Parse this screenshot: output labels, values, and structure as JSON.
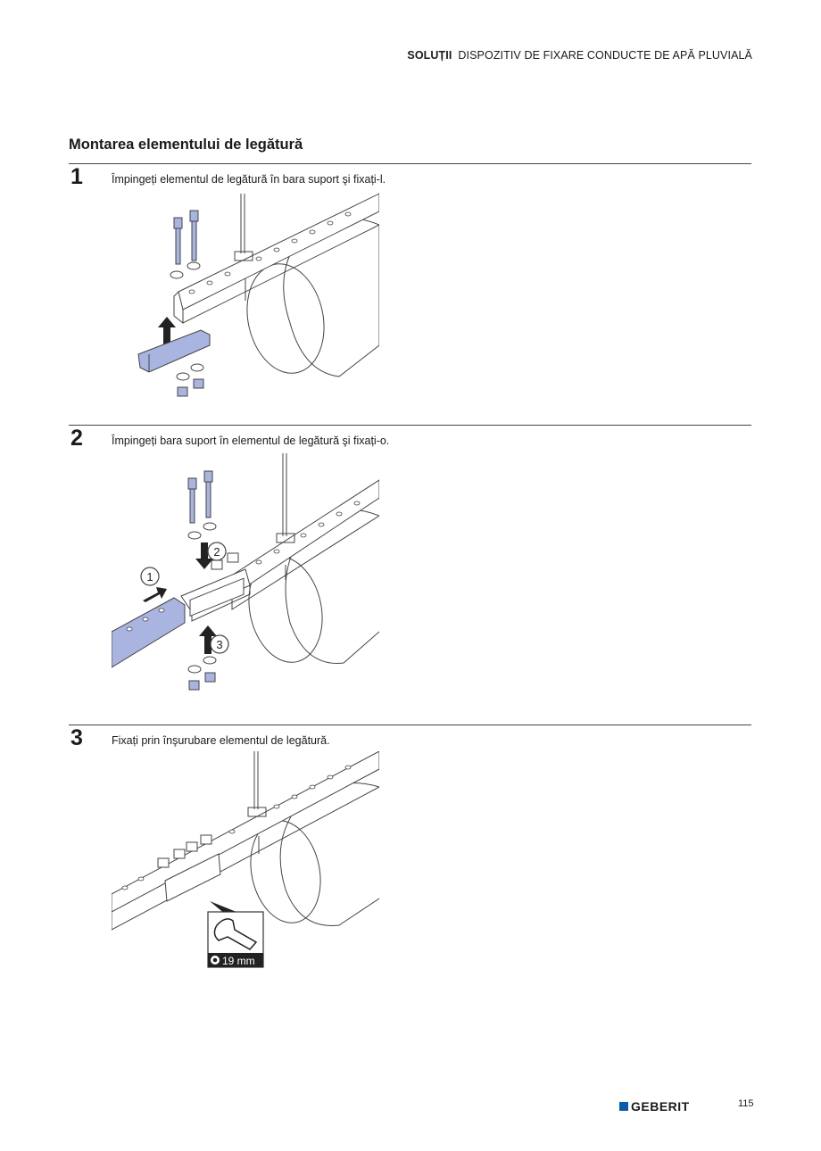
{
  "header": {
    "section": "SOLUȚII",
    "topic": "DISPOZITIV DE FIXARE CONDUCTE DE APĂ PLUVIALĂ"
  },
  "title": "Montarea elementului de legătură",
  "steps": [
    {
      "number": "1",
      "text": "Împingeți elementul de legătură în bara suport şi fixați-l."
    },
    {
      "number": "2",
      "text": "Împingeți bara suport în elementul de legătură şi fixați-o.",
      "callouts": [
        "1",
        "2",
        "3"
      ]
    },
    {
      "number": "3",
      "text": "Fixați prin înşurubare elementul de legătură.",
      "tool_label": "19 mm"
    }
  ],
  "footer": {
    "brand": "GEBERIT",
    "page": "115"
  },
  "colors": {
    "highlight": "#a9b4e0",
    "brand": "#0a5dab"
  }
}
